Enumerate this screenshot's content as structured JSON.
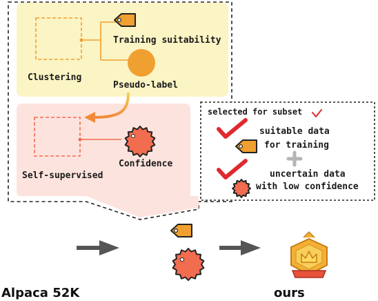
{
  "labels": {
    "clustering": "Clustering",
    "training_suitability": "Training suitability",
    "pseudo_label": "Pseudo-label",
    "self_supervised": "Self-supervised",
    "confidence": "Confidence"
  },
  "selection": {
    "title": "selected for subset",
    "item1_line1": "suitable data",
    "item1_line2": "for training",
    "item2_line1": "uncertain data",
    "item2_line2": "with low confidence"
  },
  "bottom": {
    "source": "Alpaca 52K",
    "result": "ours"
  },
  "colors": {
    "yellow_panel": "#fbf4c4",
    "pink_panel": "#fde3de",
    "orange": "#f0a030",
    "tomato": "#f26d50",
    "check_red": "#e0292e",
    "arrow_gray": "#555555",
    "badge_gold": "#f2b134"
  },
  "icons": {
    "tag": "price-tag-icon",
    "pseudo_label": "orange-circle-icon",
    "confidence": "spiky-ball-icon",
    "check": "checkmark-icon",
    "plus": "plus-icon",
    "badge": "crown-badge-icon"
  }
}
